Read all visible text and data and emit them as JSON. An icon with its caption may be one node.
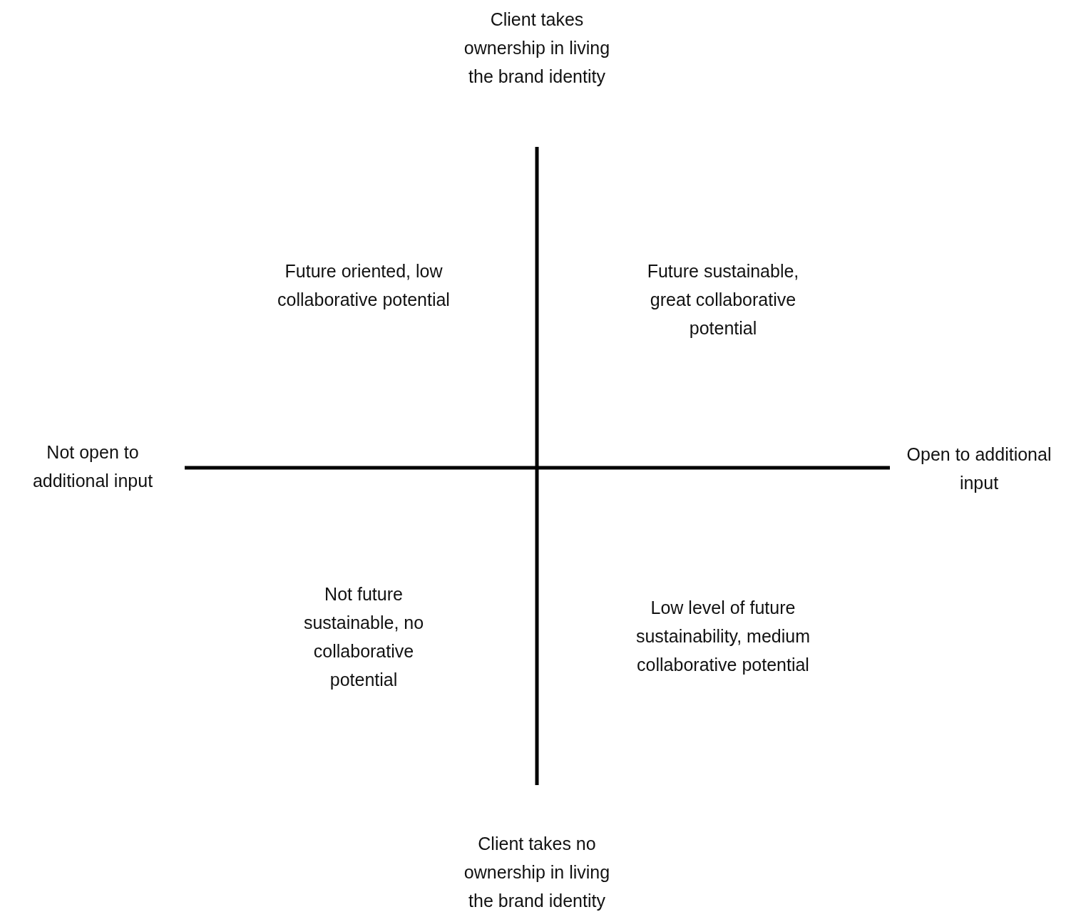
{
  "diagram": {
    "labels": [
      "Client takes ownership in living the brand identity",
      "Future oriented, low collaborative potential",
      "Future sustainable, great collaborative potential",
      "Not open to additional input",
      "Open to additional input",
      "Not future sustainable, no collaborative potential",
      "Low level of future sustainability, medium collaborative potential",
      "Client takes no ownership in living the brand identity"
    ]
  }
}
